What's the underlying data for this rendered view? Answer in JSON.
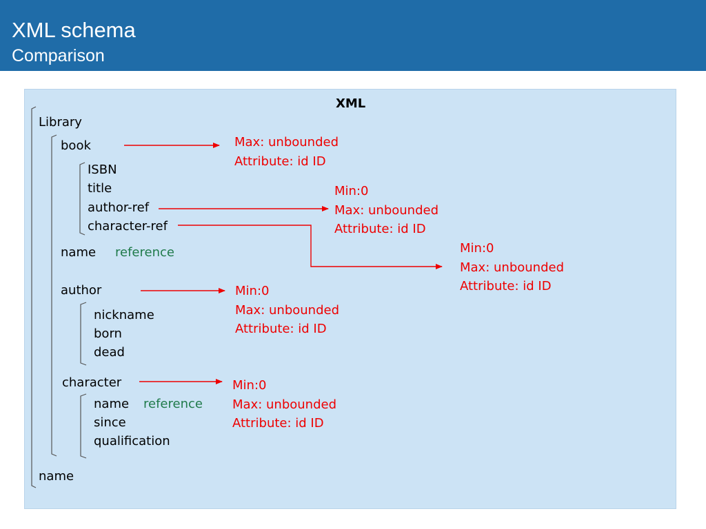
{
  "header": {
    "title": "XML schema",
    "subtitle": "Comparison",
    "background": "#1f6ca8"
  },
  "diagram": {
    "panel_title": "XML",
    "root": "Library",
    "book": {
      "label": "book",
      "children": [
        "ISBN",
        "title",
        "author-ref",
        "character-ref"
      ],
      "note": [
        "Max: unbounded",
        "Attribute: id ID"
      ]
    },
    "author_ref_note": [
      "Min:0",
      "Max: unbounded",
      "Attribute: id ID"
    ],
    "character_ref_note": [
      "Min:0",
      "Max: unbounded",
      "Attribute: id ID"
    ],
    "name_row": {
      "label": "name",
      "tag": "reference"
    },
    "author": {
      "label": "author",
      "children": [
        "nickname",
        "born",
        "dead"
      ],
      "note": [
        "Min:0",
        "Max: unbounded",
        "Attribute: id ID"
      ]
    },
    "character": {
      "label": "character",
      "children": [
        {
          "label": "name",
          "tag": "reference"
        },
        {
          "label": "since"
        },
        {
          "label": "qualification"
        }
      ],
      "note": [
        "Min:0",
        "Max: unbounded",
        "Attribute: id ID"
      ]
    },
    "root_last": "name",
    "colors": {
      "arrow": "#ee0000",
      "note": "#ee0000",
      "reference": "#1f7a4a",
      "panel": "#cce3f5"
    }
  }
}
